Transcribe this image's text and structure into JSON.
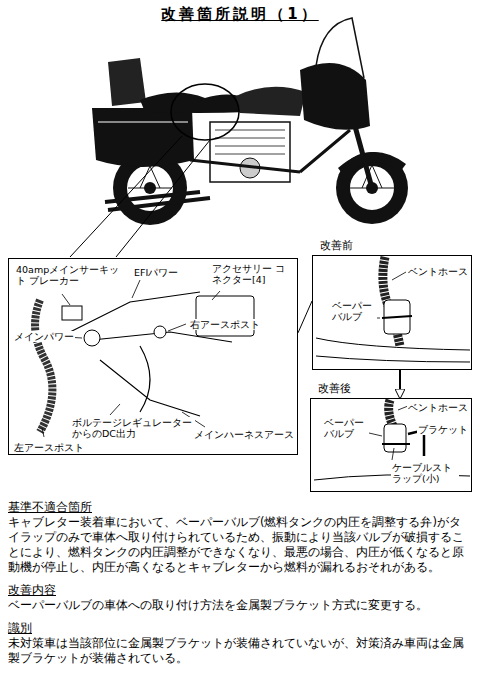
{
  "diagram": {
    "title": "改善箇所説明（1）",
    "nodes": [
      {
        "text": [
          "40ampメインサーキット ブレーカー",
          "EFIパワー",
          "アクセサリー コネクター[4]",
          "メインパワー",
          "右アースポスト",
          "左アースポスト",
          "ボルテージレギュレーター からのDC出力",
          "メインハーネスアース"
        ]
      },
      {
        "text": [
          "改善前",
          "ベントホース",
          "ベーパー バルブ"
        ]
      },
      {
        "text": [
          "改善後",
          "ベントホース",
          "ブラケット",
          "ベーパー バルブ",
          "ケーブルスト ラップ(小)"
        ]
      }
    ],
    "edges": [
      {
        "from": 0,
        "to": 1,
        "arrow": "none"
      },
      {
        "from": 1,
        "to": 2,
        "arrow": "to"
      }
    ],
    "labels": [
      "基準不適合箇所",
      "キャブレター装着車において、ベーパーバルブ(燃料タンクの内圧を調整する弁)がタイラップのみで車体へ取り付けられているため、振動により当該バルブが破損することにより、燃料タンクの内圧調整ができなくなり、最悪の場合、内圧が低くなると原動機が停止し、内圧が高くなるとキャブレターから燃料が漏れるおそれがある。",
      "改善内容",
      "ベーパーバルブの車体への取り付け方法を金属製ブラケット方式に変更する。",
      "識別",
      "未対策車は当該部位に金属製ブラケットが装備されていないが、対策済み車両は金属製ブラケットが装備されている。"
    ]
  }
}
